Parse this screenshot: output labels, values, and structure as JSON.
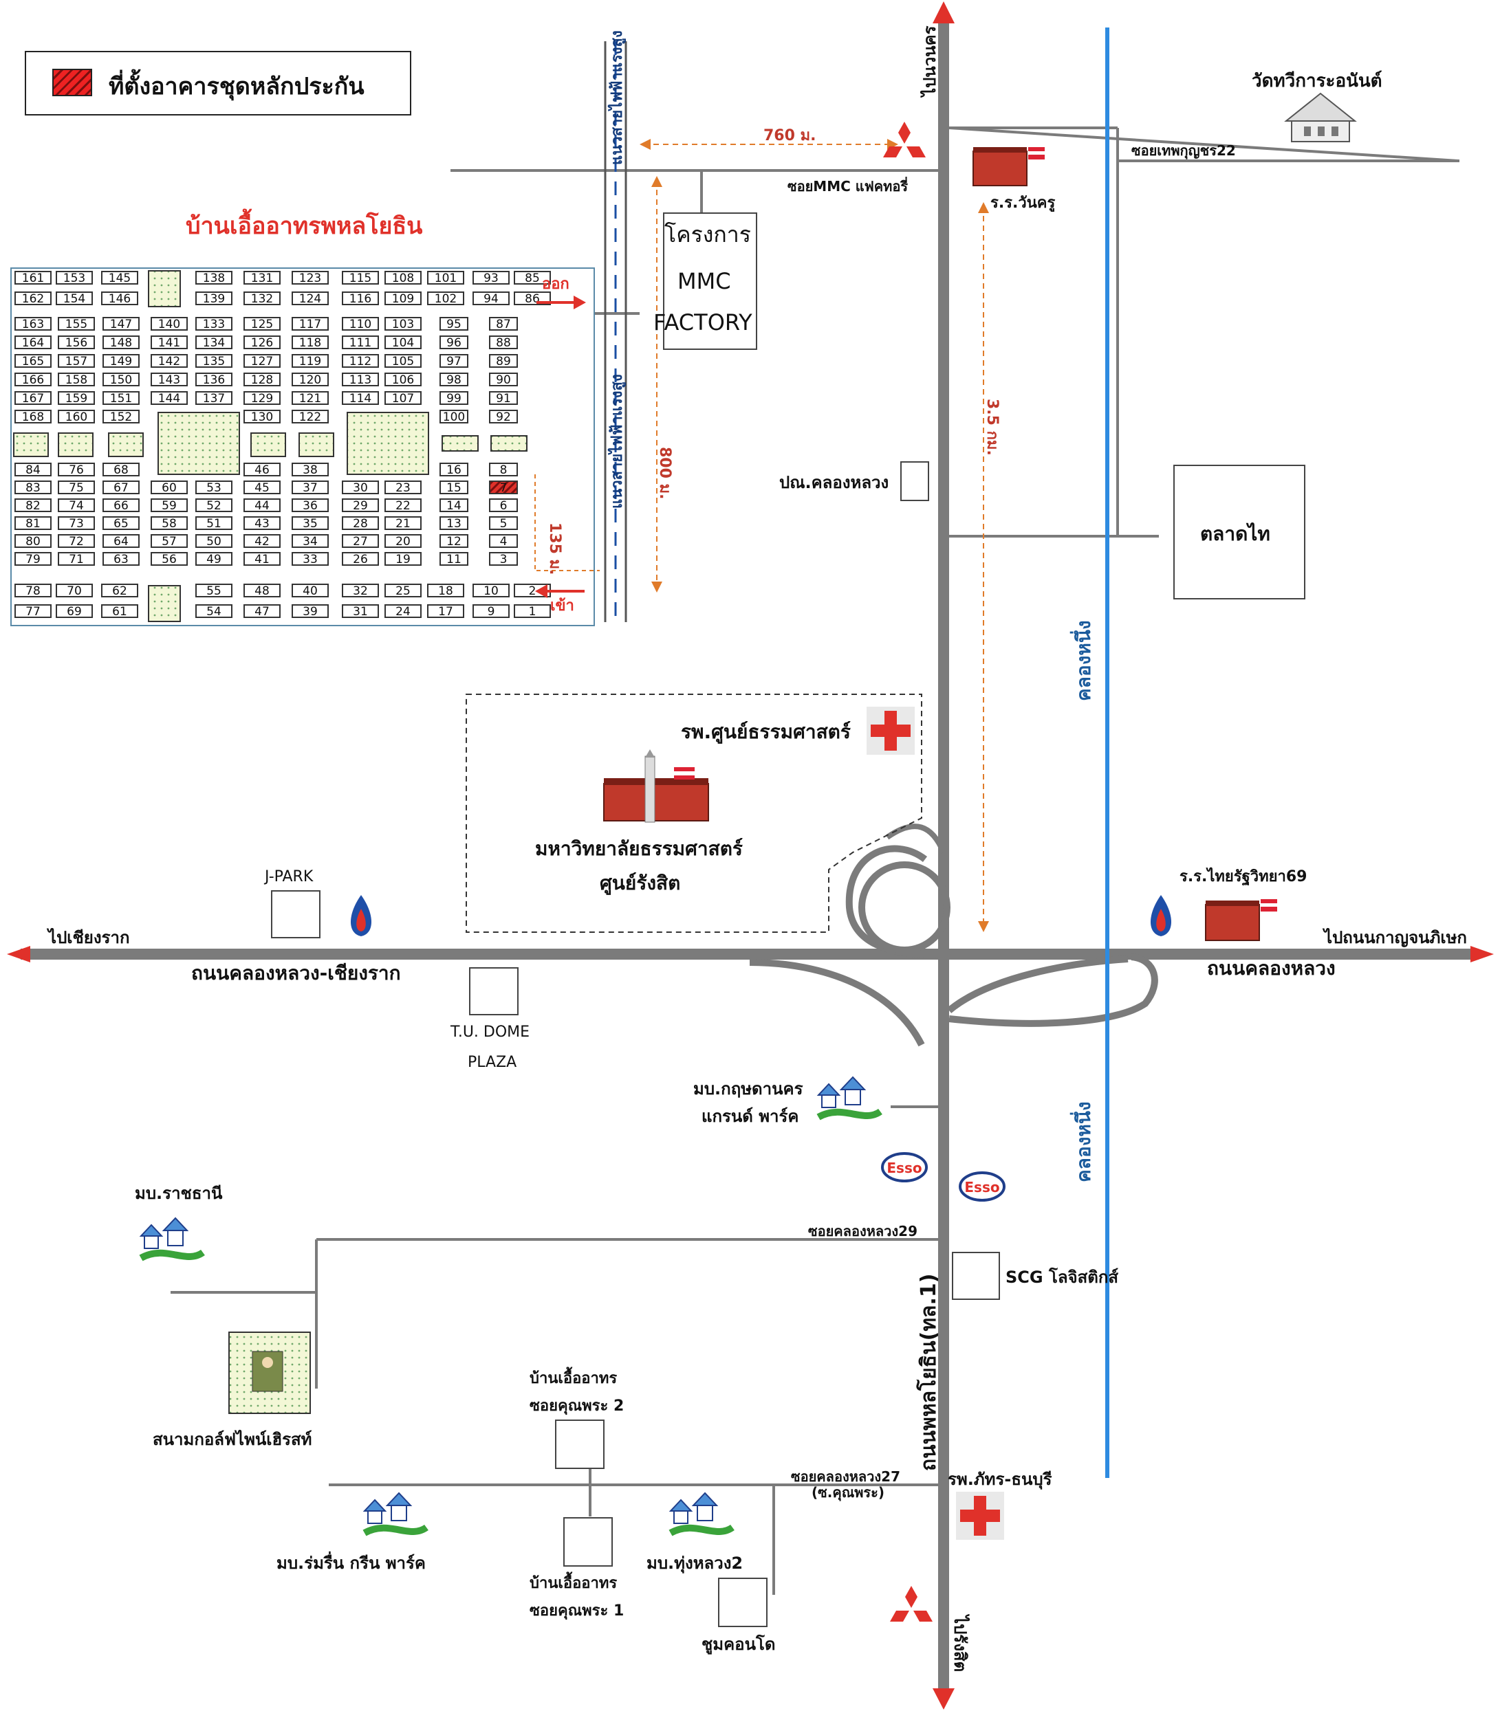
{
  "legend": {
    "label": "ที่ตั้งอาคารชุดหลักประกัน",
    "swatch_color": "#e0312a"
  },
  "project": {
    "title": "บ้านเอื้ออาทรพหลโยธิน",
    "exit_label": "ออก",
    "entrance_label": "เข้า",
    "dist_135": "135 ม.",
    "powerline": "แนวสายไฟฟ้าแรงสูง"
  },
  "mmc": {
    "line1": "โครงการ",
    "line2": "MMC",
    "line3": "FACTORY",
    "soi": "ซอยMMC แฟคทอรี่",
    "dist_760": "760 ม.",
    "dist_800": "800 ม."
  },
  "roads": {
    "to_nakhon": "ไปนวนคร",
    "to_rangsit": "ไปรังสิต",
    "to_chiangrak": "ไปเชียงราก",
    "to_kanchana": "ไปถนนกาญจนภิเษก",
    "khlong_luang_chiangrak": "ถนนคลองหลวง-เชียงราก",
    "khlong_luang": "ถนนคลองหลวง",
    "phahonyothin": "ถนนพหลโยธิน(ทล.1)",
    "dist_35": "3.5 กม.",
    "soi_thep": "ซอยเทพกุญชร22",
    "soi_29": "ซอยคลองหลวง29",
    "soi_27": "ซอยคลองหลวง27",
    "soi_27_sub": "(ซ.คุณพระ)"
  },
  "canal": {
    "name": "คลองหนึ่ง",
    "color": "#2e8be0"
  },
  "places": {
    "temple": "วัดทวีการะอนันต์",
    "school_wankru": "ร.ร.วันครู",
    "post_office": "ปณ.คลองหลวง",
    "market": "ตลาดไท",
    "hospital_tu": "รพ.ศูนย์ธรรมศาสตร์",
    "university_1": "มหาวิทยาลัยธรรมศาสตร์",
    "university_2": "ศูนย์รังสิต",
    "jpark": "J-PARK",
    "tu_dome_1": "T.U. DOME",
    "tu_dome_2": "PLAZA",
    "school_thai": "ร.ร.ไทยรัฐวิทยา69",
    "krit_1": "มบ.กฤษดานคร",
    "krit_2": "แกรนด์ พาร์ค",
    "esso": "Esso",
    "ratchathani": "มบ.ราชธานี",
    "scg": "SCG โลจิสติกส์",
    "golf": "สนามกอล์ฟไพน์เฮิรสท์",
    "eua_2_a": "บ้านเอื้ออาทร",
    "eua_2_b": "ซอยคุณพระ 2",
    "eua_1_a": "บ้านเอื้ออาทร",
    "eua_1_b": "ซอยคุณพระ 1",
    "rommuen": "มบ.ร่มรื่น กรีน พาร์ค",
    "thunglong": "มบ.ทุ่งหลวง2",
    "choom": "ชูมคอนโด",
    "hospital_pat": "รพ.ภัทร-ธนบุรี"
  },
  "lots": {
    "highlight": "7",
    "row_top_1": [
      "161",
      "153",
      "145",
      "",
      "138",
      "131",
      "123",
      "115",
      "108",
      "101",
      "93",
      "85"
    ],
    "row_top_2": [
      "162",
      "154",
      "146",
      "",
      "139",
      "132",
      "124",
      "116",
      "109",
      "102",
      "94",
      "86"
    ],
    "block_upper": [
      [
        "163",
        "155",
        "147",
        "140",
        "133",
        "125",
        "117",
        "110",
        "103",
        "95",
        "87"
      ],
      [
        "164",
        "156",
        "148",
        "141",
        "134",
        "126",
        "118",
        "111",
        "104",
        "96",
        "88"
      ],
      [
        "165",
        "157",
        "149",
        "142",
        "135",
        "127",
        "119",
        "112",
        "105",
        "97",
        "89"
      ],
      [
        "166",
        "158",
        "150",
        "143",
        "136",
        "128",
        "120",
        "113",
        "106",
        "98",
        "90"
      ],
      [
        "167",
        "159",
        "151",
        "144",
        "137",
        "129",
        "121",
        "114",
        "107",
        "99",
        "91"
      ],
      [
        "168",
        "160",
        "152",
        "",
        "",
        "130",
        "122",
        "",
        "",
        "100",
        "92"
      ]
    ],
    "block_lower": [
      [
        "84",
        "76",
        "68",
        "",
        "",
        "46",
        "38",
        "",
        "",
        "16",
        "8"
      ],
      [
        "83",
        "75",
        "67",
        "60",
        "53",
        "45",
        "37",
        "30",
        "23",
        "15",
        "7"
      ],
      [
        "82",
        "74",
        "66",
        "59",
        "52",
        "44",
        "36",
        "29",
        "22",
        "14",
        "6"
      ],
      [
        "81",
        "73",
        "65",
        "58",
        "51",
        "43",
        "35",
        "28",
        "21",
        "13",
        "5"
      ],
      [
        "80",
        "72",
        "64",
        "57",
        "50",
        "42",
        "34",
        "27",
        "20",
        "12",
        "4"
      ],
      [
        "79",
        "71",
        "63",
        "56",
        "49",
        "41",
        "33",
        "26",
        "19",
        "11",
        "3"
      ]
    ],
    "row_bot_1": [
      "78",
      "70",
      "62",
      "",
      "55",
      "48",
      "40",
      "32",
      "25",
      "18",
      "10",
      "2"
    ],
    "row_bot_2": [
      "77",
      "69",
      "61",
      "",
      "54",
      "47",
      "39",
      "31",
      "24",
      "17",
      "9",
      "1"
    ]
  }
}
